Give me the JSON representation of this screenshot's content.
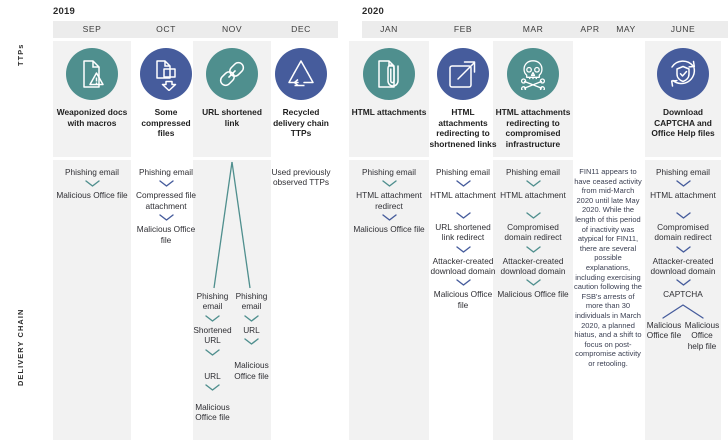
{
  "colors": {
    "teal": "#4f8f8e",
    "navy": "#465c9c",
    "shade": "#f2f2f2",
    "header_bar": "#ececec",
    "text": "#2f2f34"
  },
  "axis": {
    "ttps_label": "TTPs",
    "delivery_label": "DELIVERY CHAIN"
  },
  "years": [
    {
      "label": "2019"
    },
    {
      "label": "2020"
    }
  ],
  "months": [
    {
      "label": "SEP"
    },
    {
      "label": "OCT"
    },
    {
      "label": "NOV"
    },
    {
      "label": "DEC"
    },
    {
      "label": "JAN"
    },
    {
      "label": "FEB"
    },
    {
      "label": "MAR"
    },
    {
      "label": "APR"
    },
    {
      "label": "MAY"
    },
    {
      "label": "JUNE"
    }
  ],
  "ttps": [
    {
      "month": "SEP",
      "icon": "document-warning-icon",
      "icon_color": "teal",
      "caption": "Weaponized docs with macros"
    },
    {
      "month": "OCT",
      "icon": "compressed-file-download-icon",
      "icon_color": "navy",
      "caption": "Some compressed files"
    },
    {
      "month": "NOV",
      "icon": "chain-link-icon",
      "icon_color": "teal",
      "caption": "URL shortened link"
    },
    {
      "month": "DEC",
      "icon": "recycle-icon",
      "icon_color": "navy",
      "caption": "Recycled delivery chain TTPs"
    },
    {
      "month": "JAN",
      "icon": "paperclip-attachment-icon",
      "icon_color": "teal",
      "caption": "HTML attachments"
    },
    {
      "month": "FEB",
      "icon": "external-link-redirect-icon",
      "icon_color": "navy",
      "caption": "HTML attachments redirecting to shortnened links"
    },
    {
      "month": "MAR",
      "icon": "skull-crossbones-icon",
      "icon_color": "teal",
      "caption": "HTML attachments redirecting to compromised infrastructure"
    },
    {
      "month": "JUNE",
      "icon": "captcha-shield-refresh-icon",
      "icon_color": "navy",
      "caption": "Download CAPTCHA and Office Help files"
    }
  ],
  "chains": {
    "sep": {
      "steps": [
        "Phishing email",
        "Malicious Office file"
      ]
    },
    "oct": {
      "steps": [
        "Phishing email",
        "Compressed file attachment",
        "Malicious Office file"
      ]
    },
    "nov": {
      "branch_left": [
        "Phishing email",
        "Shortened URL",
        "URL",
        "Malicious Office file"
      ],
      "branch_right": [
        "Phishing email",
        "URL",
        "Malicious Office file"
      ]
    },
    "dec": {
      "note": "Used previously observed TTPs"
    },
    "jan": {
      "steps": [
        "Phishing email",
        "HTML attachment redirect",
        "Malicious Office file"
      ]
    },
    "feb": {
      "steps": [
        "Phishing email",
        "HTML attachment",
        "URL shortened link redirect",
        "Attacker-created download domain",
        "Malicious Office file"
      ]
    },
    "mar": {
      "steps": [
        "Phishing email",
        "HTML attachment",
        "Compromised domain redirect",
        "Attacker-created download domain",
        "Malicious Office file"
      ]
    },
    "aprmay": {
      "note": "FIN11 appears to have ceased activity from mid-March 2020 until late May 2020. While the length of this period of inactivity was atypical for FIN11, there are several possible explanations, including exercising caution following the FSB's arrests of more than 30 individuals in March 2020, a planned hiatus, and a shift to focus on post-compromise activity or retooling."
    },
    "june": {
      "steps": [
        "Phishing email",
        "HTML attachment",
        "Compromised domain redirect",
        "Attacker-created download domain",
        "CAPTCHA"
      ],
      "branch_left": "Malicious Office file",
      "branch_right": "Malicious Office help file"
    }
  }
}
